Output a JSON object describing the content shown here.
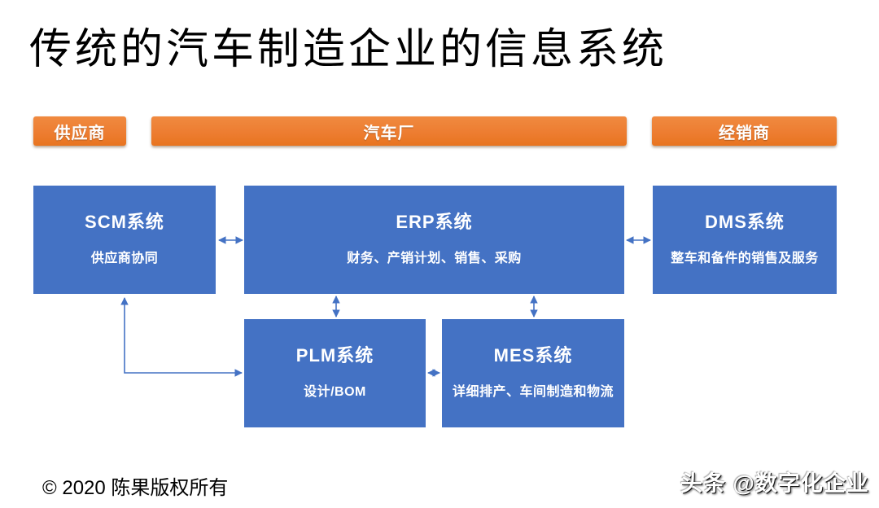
{
  "title": "传统的汽车制造企业的信息系统",
  "colors": {
    "orange": "#ED7D31",
    "blue": "#4472C4",
    "arrow": "#4472C4",
    "title_text": "#000000",
    "box_text": "#FFFFFF"
  },
  "lanes": {
    "supplier": {
      "label": "供应商"
    },
    "factory": {
      "label": "汽车厂"
    },
    "dealer": {
      "label": "经销商"
    }
  },
  "systems": {
    "scm": {
      "name": "SCM系统",
      "desc": "供应商协同"
    },
    "erp": {
      "name": "ERP系统",
      "desc": "财务、产销计划、销售、采购"
    },
    "dms": {
      "name": "DMS系统",
      "desc": "整车和备件的销售及服务"
    },
    "plm": {
      "name": "PLM系统",
      "desc": "设计/BOM"
    },
    "mes": {
      "name": "MES系统",
      "desc": "详细排产、车间制造和物流"
    }
  },
  "connections": [
    {
      "from": "scm",
      "to": "erp",
      "type": "bidirectional"
    },
    {
      "from": "erp",
      "to": "dms",
      "type": "bidirectional"
    },
    {
      "from": "erp",
      "to": "plm",
      "type": "bidirectional"
    },
    {
      "from": "erp",
      "to": "mes",
      "type": "bidirectional"
    },
    {
      "from": "plm",
      "to": "mes",
      "type": "bidirectional"
    },
    {
      "from": "scm",
      "to": "plm",
      "type": "bidirectional-elbow"
    }
  ],
  "footer": {
    "copyright": "© 2020 陈果版权所有",
    "watermark": "头条 @数字化企业"
  }
}
